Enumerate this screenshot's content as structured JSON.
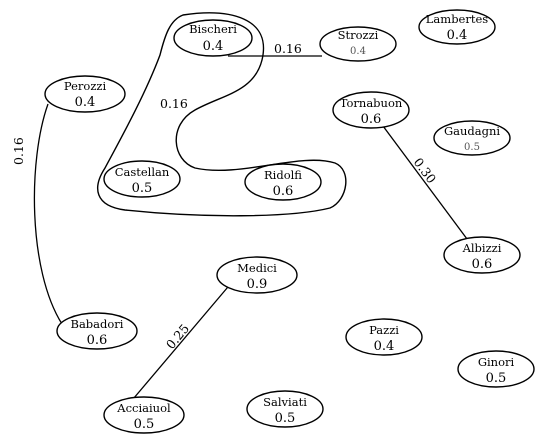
{
  "diagram": {
    "nodes": [
      {
        "id": "bischeri",
        "name": "Bischeri",
        "value": "0.4",
        "small": false
      },
      {
        "id": "strozzi",
        "name": "Strozzi",
        "value": "0.4",
        "small": true
      },
      {
        "id": "lambertes",
        "name": "Lambertes",
        "value": "0.4",
        "small": false
      },
      {
        "id": "perozzi",
        "name": "Perozzi",
        "value": "0.4",
        "small": false
      },
      {
        "id": "tornabuon",
        "name": "Tornabuon",
        "value": "0.6",
        "small": false
      },
      {
        "id": "gaudagni",
        "name": "Gaudagni",
        "value": "0.5",
        "small": true
      },
      {
        "id": "castellan",
        "name": "Castellan",
        "value": "0.5",
        "small": false
      },
      {
        "id": "ridolfi",
        "name": "Ridolfi",
        "value": "0.6",
        "small": false
      },
      {
        "id": "albizzi",
        "name": "Albizzi",
        "value": "0.6",
        "small": false
      },
      {
        "id": "medici",
        "name": "Medici",
        "value": "0.9",
        "small": false
      },
      {
        "id": "babadori",
        "name": "Babadori",
        "value": "0.6",
        "small": false
      },
      {
        "id": "pazzi",
        "name": "Pazzi",
        "value": "0.4",
        "small": false
      },
      {
        "id": "ginori",
        "name": "Ginori",
        "value": "0.5",
        "small": false
      },
      {
        "id": "acciaiuol",
        "name": "Acciaiuol",
        "value": "0.5",
        "small": false
      },
      {
        "id": "salviati",
        "name": "Salviati",
        "value": "0.5",
        "small": false
      }
    ],
    "edges": [
      {
        "from": "bischeri",
        "to": "strozzi",
        "label": "0.16"
      },
      {
        "from": "perozzi",
        "to": "babadori",
        "label": "0.16"
      },
      {
        "from": "tornabuon",
        "to": "albizzi",
        "label": "0.30"
      },
      {
        "from": "medici",
        "to": "acciaiuol",
        "label": "0.25"
      }
    ],
    "groups": [
      {
        "members": [
          "bischeri",
          "castellan",
          "ridolfi"
        ],
        "label": "0.16"
      }
    ]
  }
}
